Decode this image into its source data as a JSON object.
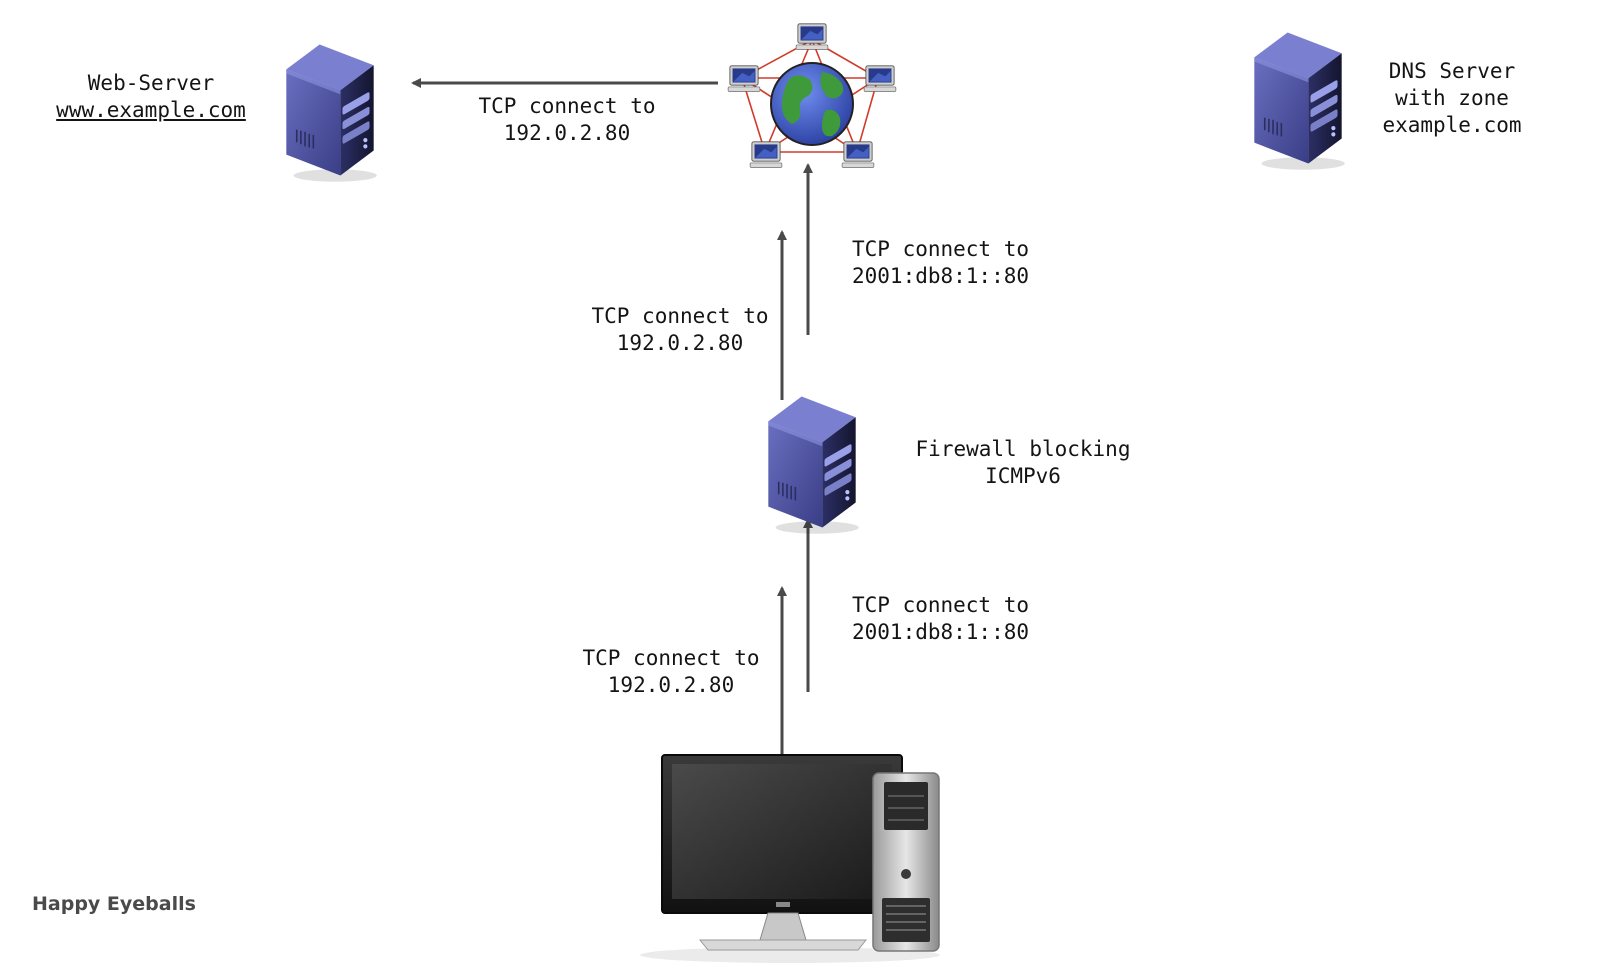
{
  "web_server": {
    "name": "Web-Server",
    "host": "www.example.com"
  },
  "dns_server": {
    "line1": "DNS Server",
    "line2": "with zone",
    "line3": "example.com"
  },
  "firewall": {
    "line1": "Firewall blocking",
    "line2": "ICMPv6"
  },
  "edges": {
    "internet_to_web": {
      "line1": "TCP connect to",
      "line2": "192.0.2.80"
    },
    "firewall_to_internet_v4": {
      "line1": "TCP connect to",
      "line2": "192.0.2.80"
    },
    "firewall_to_internet_v6": {
      "line1": "TCP connect to",
      "line2": "2001:db8:1::80"
    },
    "client_to_firewall_v4": {
      "line1": "TCP connect to",
      "line2": "192.0.2.80"
    },
    "client_to_firewall_v6": {
      "line1": "TCP connect to",
      "line2": "2001:db8:1::80"
    }
  },
  "caption": "Happy Eyeballs",
  "icons": {
    "server": "server-tower-icon",
    "internet": "internet-globe-icon",
    "client": "desktop-computer-icon"
  },
  "colors": {
    "server_body": "#4b4f9c",
    "server_dark": "#1e1f3a",
    "arrow": "#4a4a4a",
    "net_lines": "#d23a2a",
    "globe_ocean": "#3a5cc8",
    "globe_land": "#3e9a3a"
  }
}
